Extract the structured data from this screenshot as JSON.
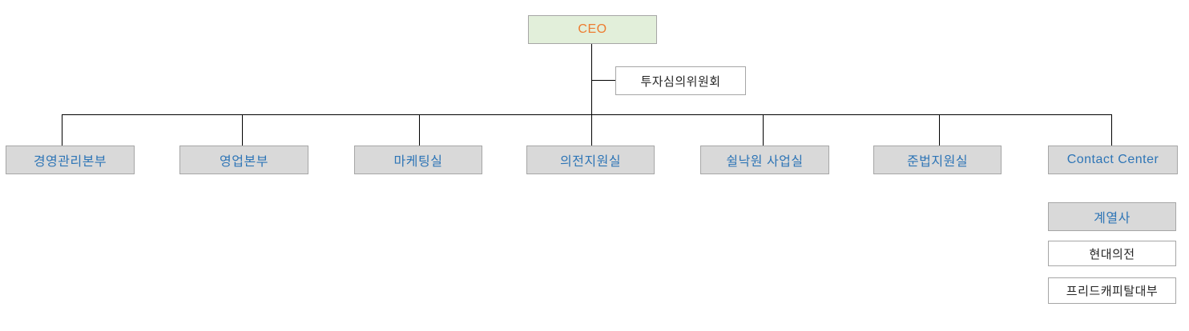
{
  "org_chart": {
    "ceo": {
      "label": "CEO"
    },
    "committee": {
      "label": "투자심의위원회"
    },
    "departments": [
      {
        "label": "경영관리본부"
      },
      {
        "label": "영업본부"
      },
      {
        "label": "마케팅실"
      },
      {
        "label": "의전지원실"
      },
      {
        "label": "쉴낙원 사업실"
      },
      {
        "label": "준법지원실"
      },
      {
        "label": "Contact Center"
      }
    ],
    "affiliates": {
      "header": {
        "label": "계열사"
      },
      "items": [
        {
          "label": "현대의전"
        },
        {
          "label": "프리드캐피탈대부"
        }
      ]
    },
    "colors": {
      "ceo_fill": "#e2efda",
      "ceo_text": "#ed7d31",
      "dept_fill": "#d9d9d9",
      "dept_text": "#2e75b6",
      "box_border": "#a6a6a6",
      "white_fill": "#ffffff",
      "dark_text": "#262626",
      "connector": "#000000"
    }
  }
}
